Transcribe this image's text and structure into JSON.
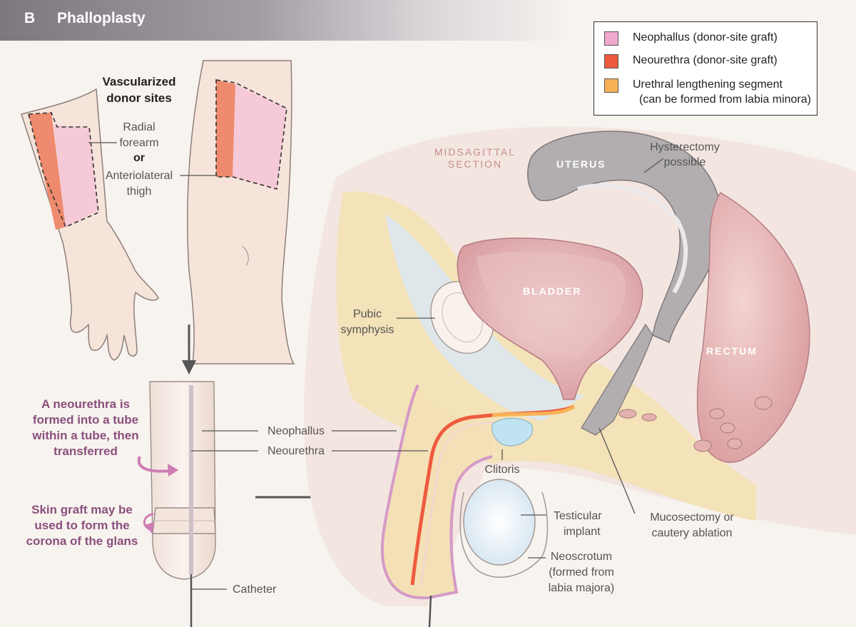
{
  "panel": {
    "letter": "B",
    "title": "Phalloplasty"
  },
  "legend": [
    {
      "label": "Neophallus (donor-site graft)",
      "color": "#f0a8cf"
    },
    {
      "label": "Neourethra (donor-site graft)",
      "color": "#ee5a3e"
    },
    {
      "label": "Urethral lengthening segment",
      "label2": "(can be formed from labia minora)",
      "color": "#f8b256"
    }
  ],
  "donor": {
    "heading1": "Vascularized",
    "heading2": "donor sites",
    "radial1": "Radial",
    "radial2": "forearm",
    "or": "or",
    "thigh1": "Anteriolateral",
    "thigh2": "thigh"
  },
  "steps": {
    "neourethra_note": [
      "A neourethra is",
      "formed into a tube",
      "within a tube, then",
      "transferred"
    ],
    "skin_graft_note": [
      "Skin graft may be",
      "used to form the",
      "corona of the glans"
    ]
  },
  "labels": {
    "neophallus": "Neophallus",
    "neourethra": "Neourethra",
    "catheter": "Catheter",
    "midsagittal1": "MIDSAGITTAL",
    "midsagittal2": "SECTION",
    "uterus": "UTERUS",
    "hysterectomy1": "Hysterectomy",
    "hysterectomy2": "possible",
    "bladder": "BLADDER",
    "rectum": "RECTUM",
    "pubic1": "Pubic",
    "pubic2": "symphysis",
    "clitoris": "Clitoris",
    "testicular1": "Testicular",
    "testicular2": "implant",
    "neoscrotum1": "Neoscrotum",
    "neoscrotum2": "(formed from",
    "neoscrotum3": "labia majora)",
    "mucosectomy1": "Mucosectomy or",
    "mucosectomy2": "cautery ablation"
  },
  "colors": {
    "skin": "#f5e4dc",
    "fat": "#f3e3b8",
    "organ_pink": "#e8b6b6",
    "uterus_gray": "#a9a5a8",
    "neophallus": "#f0a8cf",
    "neourethra": "#ee5a3e",
    "lengthening": "#f8b256",
    "purple_text": "#8a4f7d",
    "organ_label": "#ffffff",
    "midsagittal_label": "#c98d8d"
  }
}
